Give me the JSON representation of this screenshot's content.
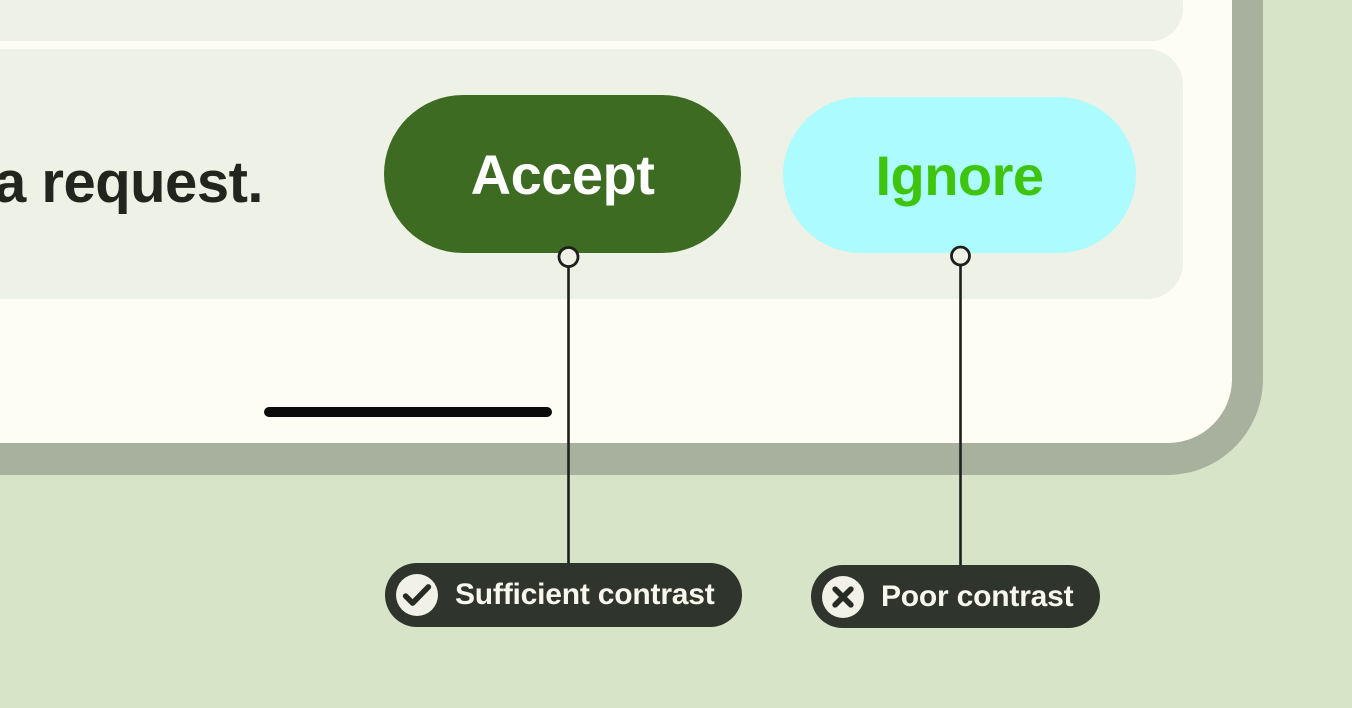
{
  "phone": {
    "message_text": "a request.",
    "accept_button": {
      "label": "Accept"
    },
    "ignore_button": {
      "label": "Ignore"
    }
  },
  "annotations": {
    "sufficient": {
      "icon": "check-circle-icon",
      "label": "Sufficient contrast"
    },
    "poor": {
      "icon": "x-circle-icon",
      "label": "Poor contrast"
    }
  },
  "colors": {
    "background": "#d8e4c7",
    "device_bezel": "#a8b09e",
    "screen": "#fdfdf4",
    "card": "#eef1e6",
    "accept_button_bg": "#3c6b21",
    "accept_button_text": "#ffffff",
    "ignore_button_bg": "#abfbff",
    "ignore_button_text": "#3fc40e",
    "message_text": "#21251e",
    "callout_bg": "#2f342d",
    "callout_text": "#f8f7ee",
    "connector_line": "#1d1f1b",
    "home_indicator": "#0b0b09"
  }
}
